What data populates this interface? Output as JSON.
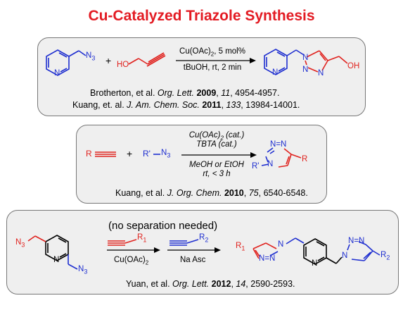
{
  "title": "Cu-Catalyzed Triazole Synthesis",
  "colors": {
    "title": "#e31b23",
    "blue": "#1f2fd0",
    "red": "#e0231f",
    "panel_bg": "#efefef",
    "panel_border": "#777777"
  },
  "panel1": {
    "reagent_azide": "N",
    "azide_subscript": "3",
    "plus": "+",
    "alkyne_oh": "HO",
    "condition_top": "Cu(OAc)",
    "condition_top_sub": "2",
    "condition_top_rest": ", 5 mol%",
    "condition_bottom": "tBuOH, rt, 2 min",
    "product_oh": "OH",
    "ring_atom": "N",
    "refs": [
      {
        "authors": "Brotherton, et al. ",
        "journal": "Org. Lett.",
        "year": "2009",
        "volume": "11",
        "pages": ", 4954-4957."
      },
      {
        "authors": "Kuang, et. al. ",
        "journal": "J. Am. Chem. Soc.",
        "year": "2011",
        "volume": "133",
        "pages": ", 13984-14001."
      }
    ]
  },
  "panel2": {
    "r_alkyne": "R",
    "plus": "+",
    "r_prime": "R'",
    "azide_n": "N",
    "azide_sub": "3",
    "cond_1": "Cu(OAc)",
    "cond_1_sub": "2",
    "cond_1_rest": " (cat.)",
    "cond_2": "TBTA (cat.)",
    "cond_3": "MeOH or EtOH",
    "cond_4": "rt, < 3 h",
    "product_r_prime": "R'",
    "product_r": "R",
    "ring_atom": "N",
    "ref": {
      "authors": "Kuang, et al. ",
      "journal": "J. Org. Chem.",
      "year": "2010",
      "volume": "75",
      "pages": ", 6540-6548."
    }
  },
  "panel3": {
    "note": "(no separation needed)",
    "azide_n": "N",
    "azide_sub": "3",
    "ring_atom": "N",
    "reagent1_r": "R",
    "reagent1_sub": "1",
    "cond1": "Cu(OAc)",
    "cond1_sub": "2",
    "reagent2_r": "R",
    "reagent2_sub": "2",
    "cond2": "Na Asc",
    "product_r1": "R",
    "product_r1_sub": "1",
    "product_r2": "R",
    "product_r2_sub": "2",
    "ref": {
      "authors": "Yuan, et al. ",
      "journal": "Org. Lett.",
      "year": "2012",
      "volume": "14",
      "pages": ", 2590-2593."
    }
  }
}
